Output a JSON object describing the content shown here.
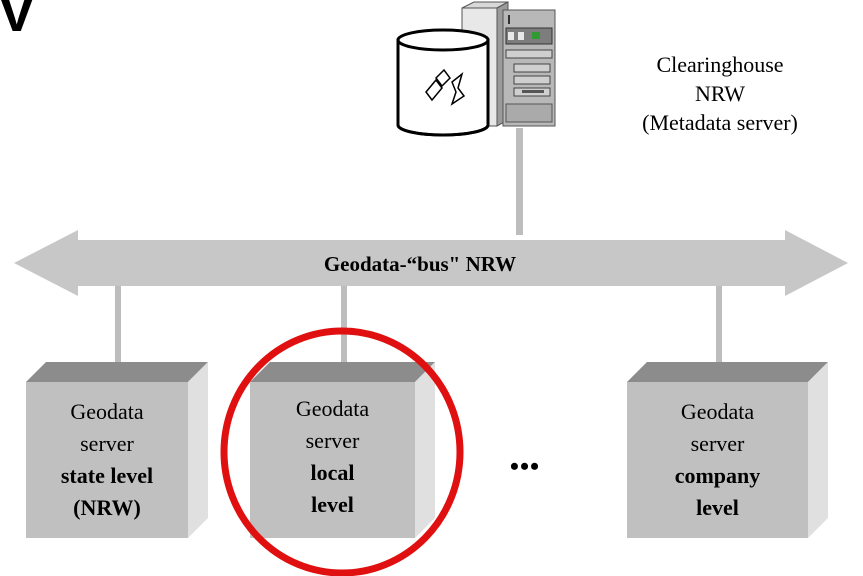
{
  "corner_glyph": "V",
  "clearinghouse": {
    "line1": "Clearinghouse",
    "line2": "NRW",
    "line3": "(Metadata server)"
  },
  "bus": {
    "label": "Geodata-“bus\" NRW"
  },
  "servers": [
    {
      "line1": "Geodata",
      "line2": "server",
      "bold1": "state level",
      "bold2": "(NRW)",
      "highlighted": false
    },
    {
      "line1": "Geodata",
      "line2": "server",
      "bold1": "local",
      "bold2": "level",
      "highlighted": true
    },
    {
      "line1": "Geodata",
      "line2": "server",
      "bold1": "company",
      "bold2": "level",
      "highlighted": false
    }
  ],
  "ellipsis": "•••",
  "colors": {
    "bus": "#c7c7c7",
    "box_front": "#c0c0c0",
    "box_top": "#8c8c8c",
    "box_side": "#e0e0e0",
    "highlight_circle": "#e01010",
    "connector": "#bdbdbd"
  }
}
